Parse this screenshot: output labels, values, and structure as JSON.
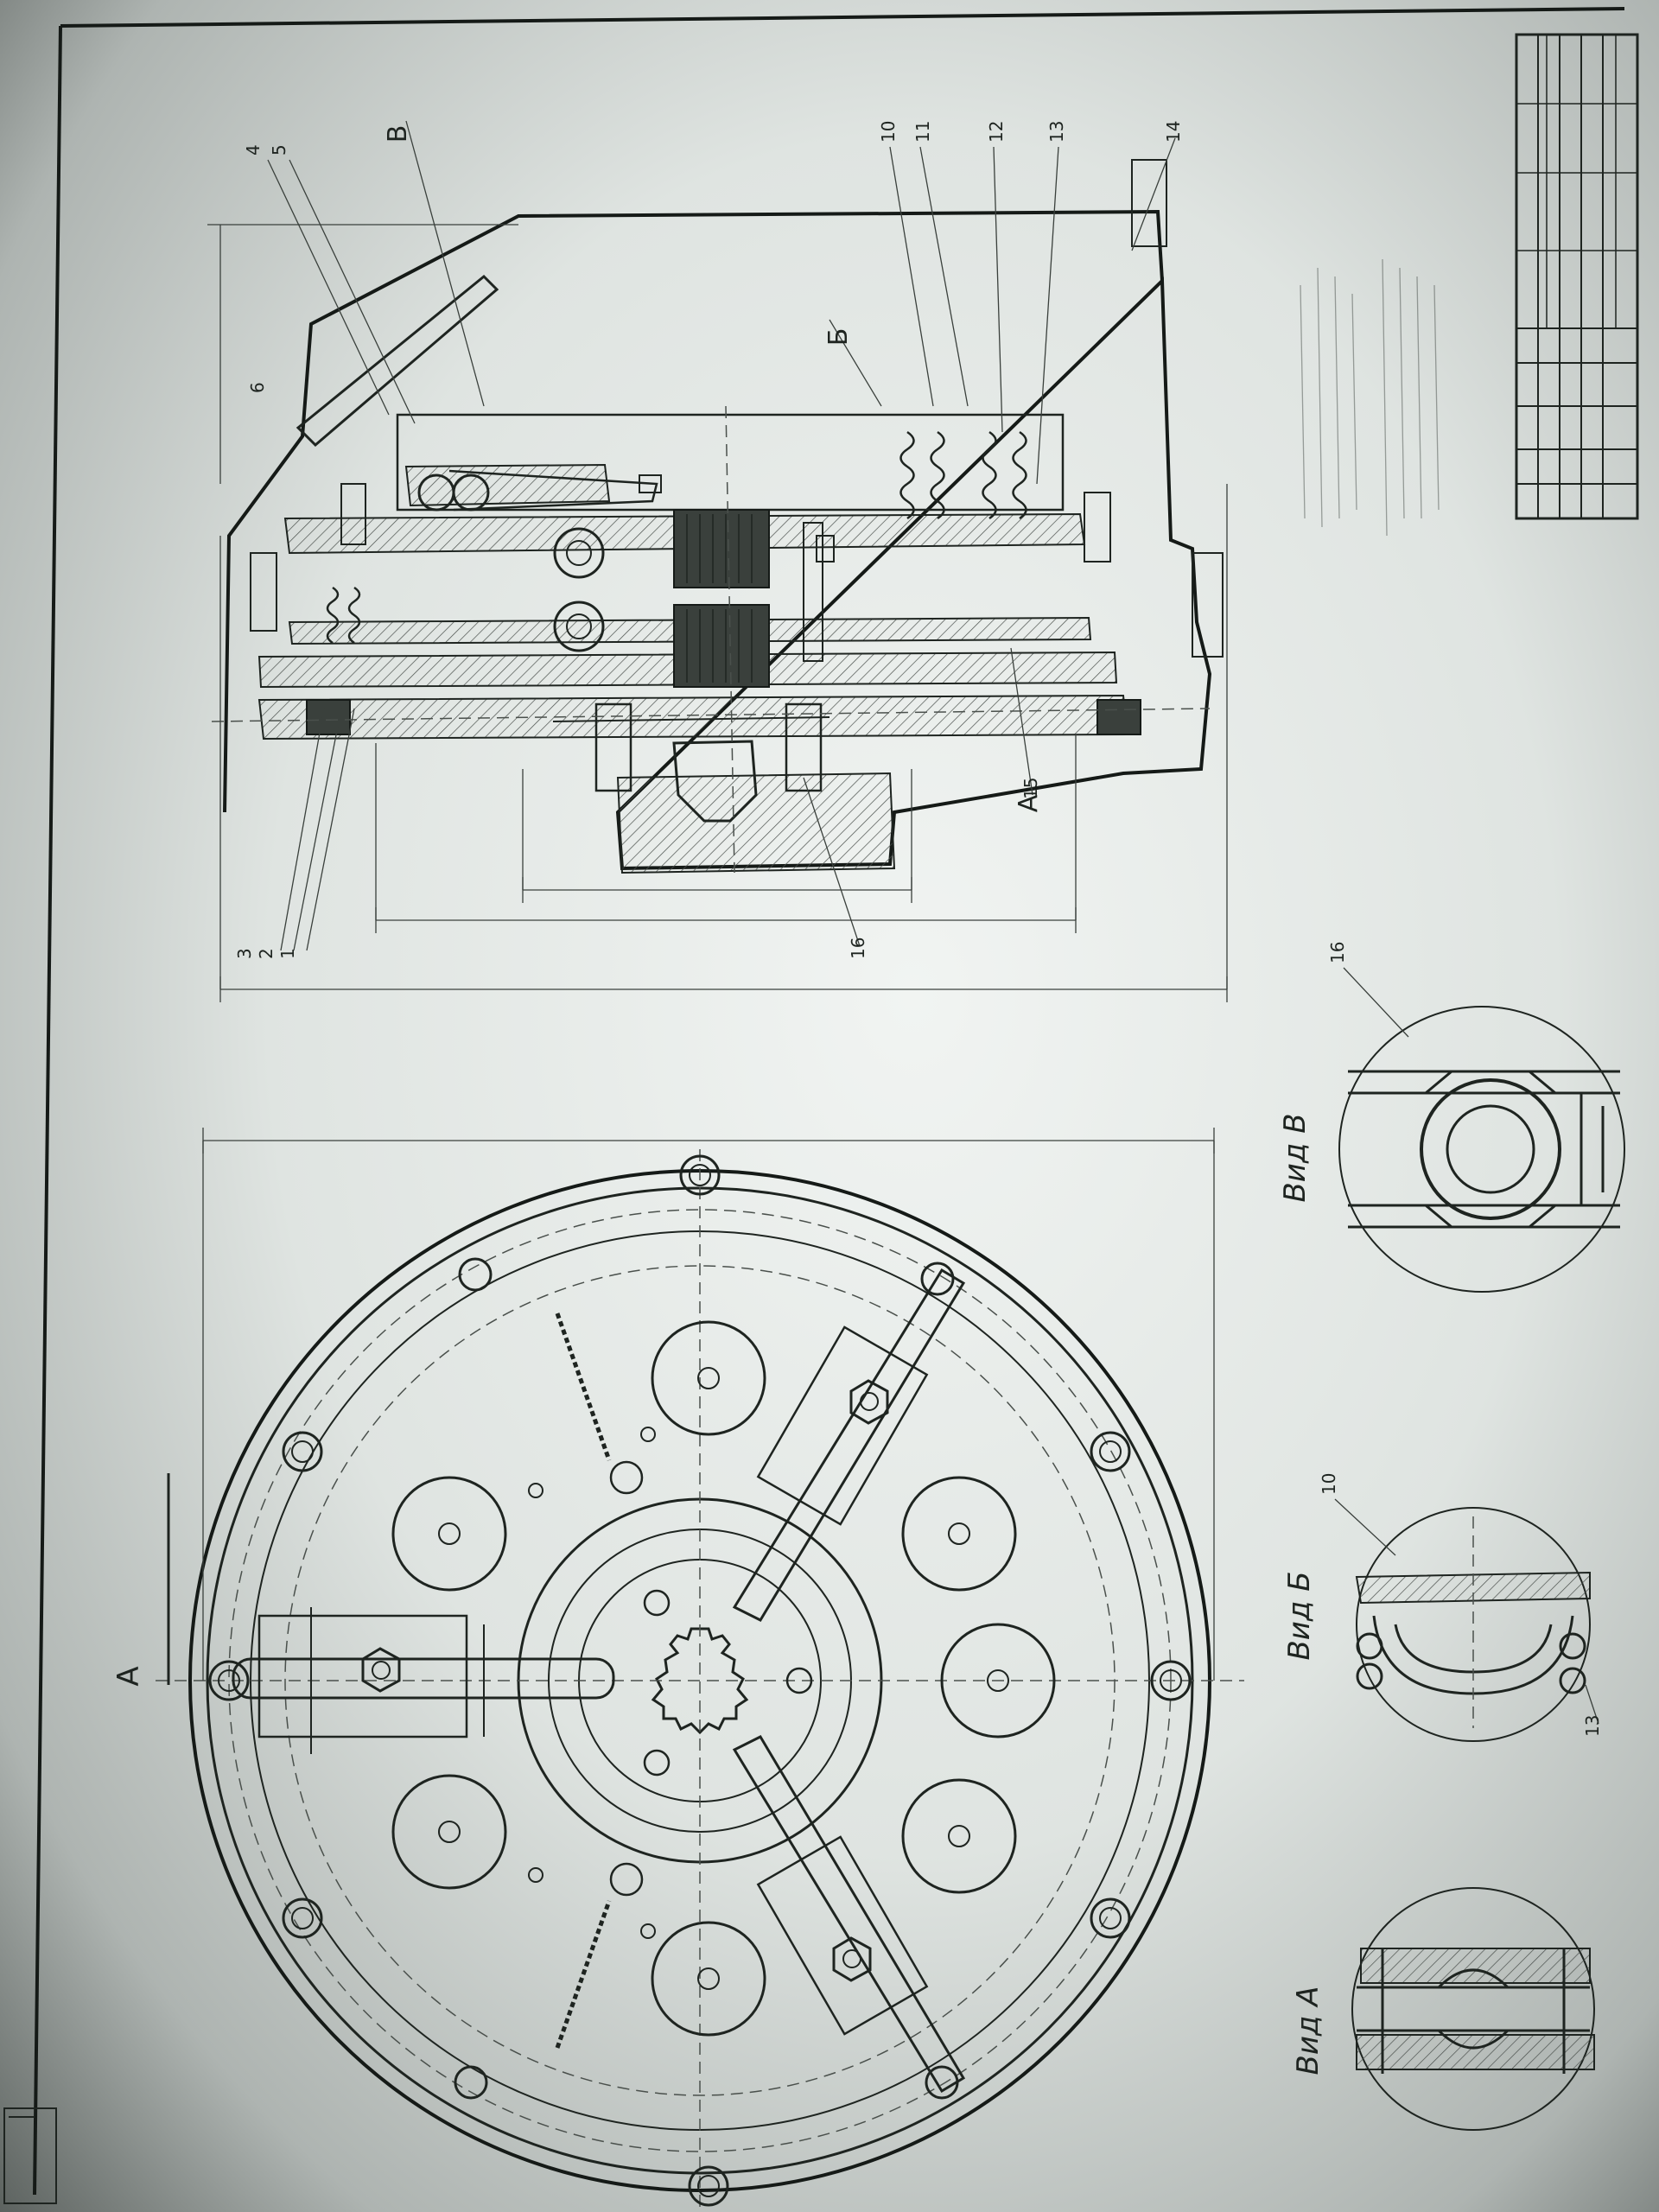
{
  "views": {
    "view_a": "Вид А",
    "view_b": "Вид Б",
    "view_v": "Вид В"
  },
  "section_labels": {
    "a_top": "А",
    "a_section": "А",
    "b": "Б",
    "v": "В"
  },
  "callouts": {
    "c1": "1",
    "c2": "2",
    "c3": "3",
    "c4": "4",
    "c5": "5",
    "c6": "6",
    "c10": "10",
    "c11": "11",
    "c12": "12",
    "c13": "13",
    "c14": "14",
    "c15": "15",
    "c16": "16",
    "c16b": "16",
    "c10b": "10",
    "c13b": "13"
  }
}
